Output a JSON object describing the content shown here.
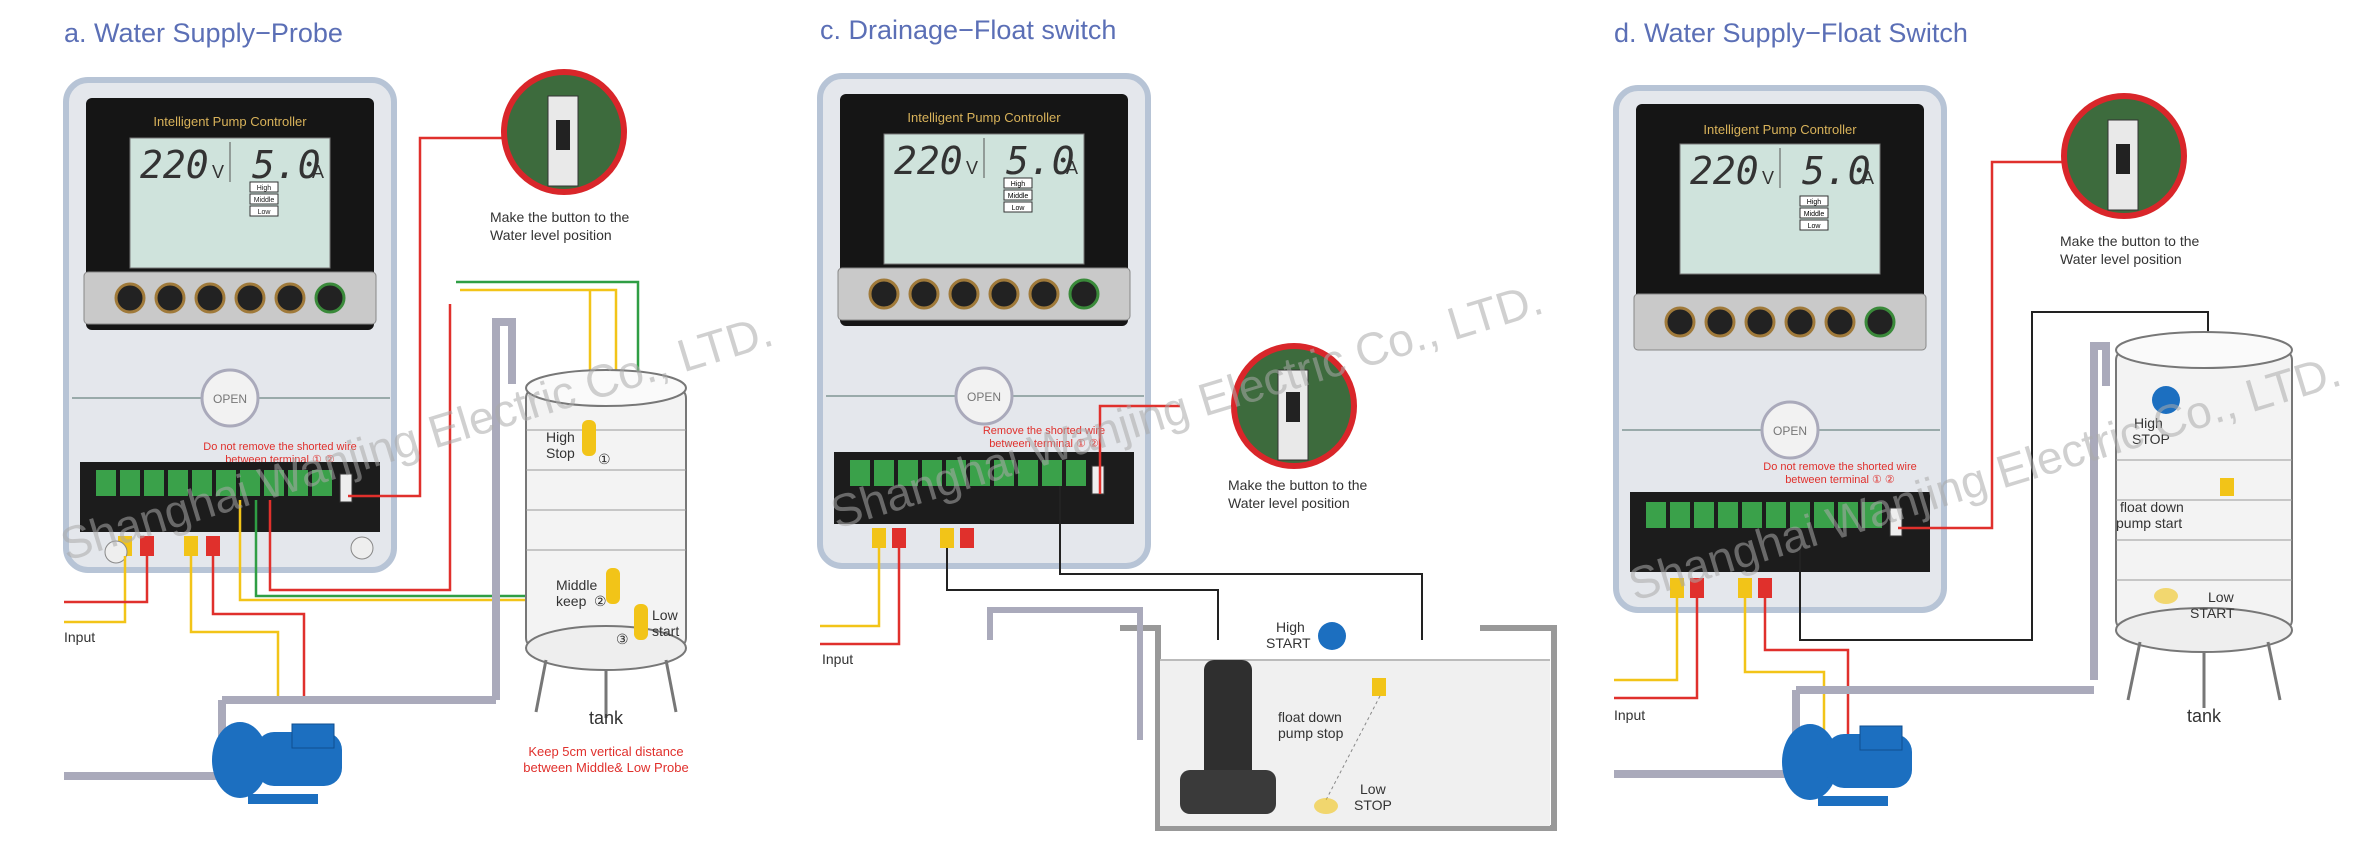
{
  "panels": [
    {
      "title": "a. Water Supply−Probe",
      "controller_title": "Intelligent Pump Controller",
      "voltage": "220",
      "voltage_unit": "V",
      "current": "5.0",
      "current_unit": "A",
      "lcd_levels": [
        "High",
        "Middle",
        "Low"
      ],
      "open_label": "OPEN",
      "warning": [
        "Do not remove the shorted wire",
        "between terminal ① ②"
      ],
      "inset_text": [
        "Make the button to the",
        "Water level position"
      ],
      "input_label": "Input",
      "tank_label": "tank",
      "probe_labels": {
        "high": [
          "High",
          "Stop"
        ],
        "middle": [
          "Middle",
          "keep"
        ],
        "low": [
          "Low",
          "start"
        ]
      },
      "probe_numbers": [
        "①",
        "②",
        "③"
      ],
      "note": [
        "Keep 5cm vertical distance",
        "between Middle& Low Probe"
      ]
    },
    {
      "title": "c. Drainage−Float switch",
      "controller_title": "Intelligent Pump Controller",
      "voltage": "220",
      "voltage_unit": "V",
      "current": "5.0",
      "current_unit": "A",
      "lcd_levels": [
        "High",
        "Middle",
        "Low"
      ],
      "open_label": "OPEN",
      "warning": [
        "Remove the shorted wire",
        "between terminal ① ②"
      ],
      "inset_text": [
        "Make the button to the",
        "Water level position"
      ],
      "input_label": "Input",
      "float_labels": {
        "high": [
          "High",
          "START"
        ],
        "mid": [
          "float down",
          "pump stop"
        ],
        "low": [
          "Low",
          "STOP"
        ]
      }
    },
    {
      "title": "d. Water Supply−Float Switch",
      "controller_title": "Intelligent Pump Controller",
      "voltage": "220",
      "voltage_unit": "V",
      "current": "5.0",
      "current_unit": "A",
      "lcd_levels": [
        "High",
        "Middle",
        "Low"
      ],
      "open_label": "OPEN",
      "warning": [
        "Do not remove the shorted wire",
        "between terminal ① ②"
      ],
      "inset_text": [
        "Make the button to the",
        "Water level position"
      ],
      "input_label": "Input",
      "tank_label": "tank",
      "float_labels": {
        "high": [
          "High",
          "STOP"
        ],
        "mid": [
          "float down",
          "pump start"
        ],
        "low": [
          "Low",
          "START"
        ]
      }
    }
  ],
  "watermark": "Shanghai Wanjing Electric Co., LTD.",
  "colors": {
    "title": "#5b6fb6",
    "wire_red": "#e0302c",
    "wire_yellow": "#f2c418",
    "wire_green": "#2f9e44",
    "wire_black": "#222222",
    "pump_blue": "#1c6fc0"
  }
}
